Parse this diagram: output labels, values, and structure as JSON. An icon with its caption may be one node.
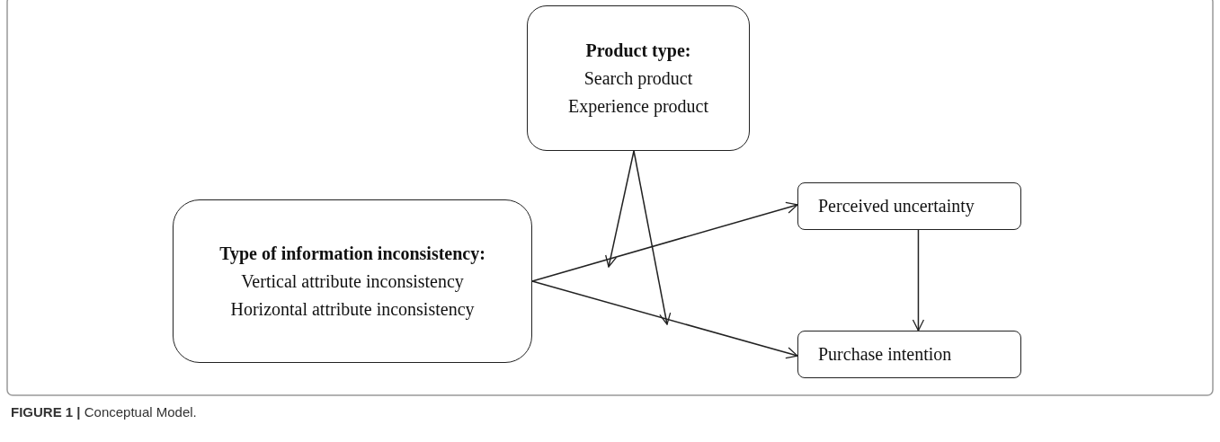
{
  "diagram": {
    "caption": "**FIGURE 1 |** Conceptual Model.",
    "nodes": [
      {
        "text": [
          "Product type:",
          "Search product",
          "Experience product"
        ]
      },
      {
        "text": [
          "Type of information inconsistency:",
          "Vertical attribute inconsistency",
          "Horizontal attribute inconsistency"
        ]
      },
      {
        "text": [
          "Perceived uncertainty"
        ]
      },
      {
        "text": [
          "Purchase intention"
        ]
      }
    ],
    "edges": [
      {
        "from": 1,
        "to": 2,
        "arrow": "to"
      },
      {
        "from": 1,
        "to": 3,
        "arrow": "to"
      },
      {
        "from": 2,
        "to": 3,
        "arrow": "to"
      },
      {
        "from": 0,
        "to": null,
        "arrow": "to"
      },
      {
        "from": 0,
        "to": null,
        "arrow": "to"
      }
    ]
  }
}
